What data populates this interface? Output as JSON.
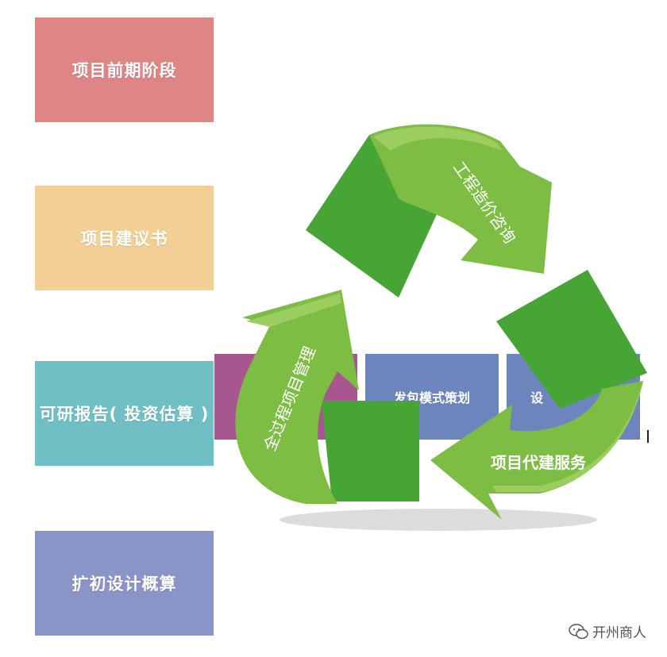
{
  "stages": [
    {
      "label": "项目前期阶段",
      "color": "#e08585"
    },
    {
      "label": "项目建议书",
      "color": "#f2d095"
    },
    {
      "label": "可研报告( 投资估算 )",
      "color": "#70bfc4"
    },
    {
      "label": "扩初设计概算",
      "color": "#8a94c6"
    }
  ],
  "bands": [
    {
      "label": "",
      "color": "#a7568f"
    },
    {
      "label": "发包模式策划",
      "color": "#6c85bd"
    },
    {
      "label": "设",
      "color": "#6c85bd"
    }
  ],
  "cycle": {
    "arrows": [
      {
        "label": "工程造价咨询"
      },
      {
        "label": "项目代建服务"
      },
      {
        "label": "全过程项目管理"
      }
    ],
    "colors": {
      "light": "#9ccd5f",
      "mid": "#7dbd43",
      "dark": "#47a535",
      "shadow": "#d9d9d9"
    }
  },
  "watermark": {
    "text": "开州商人",
    "icon": "wechat-icon"
  }
}
